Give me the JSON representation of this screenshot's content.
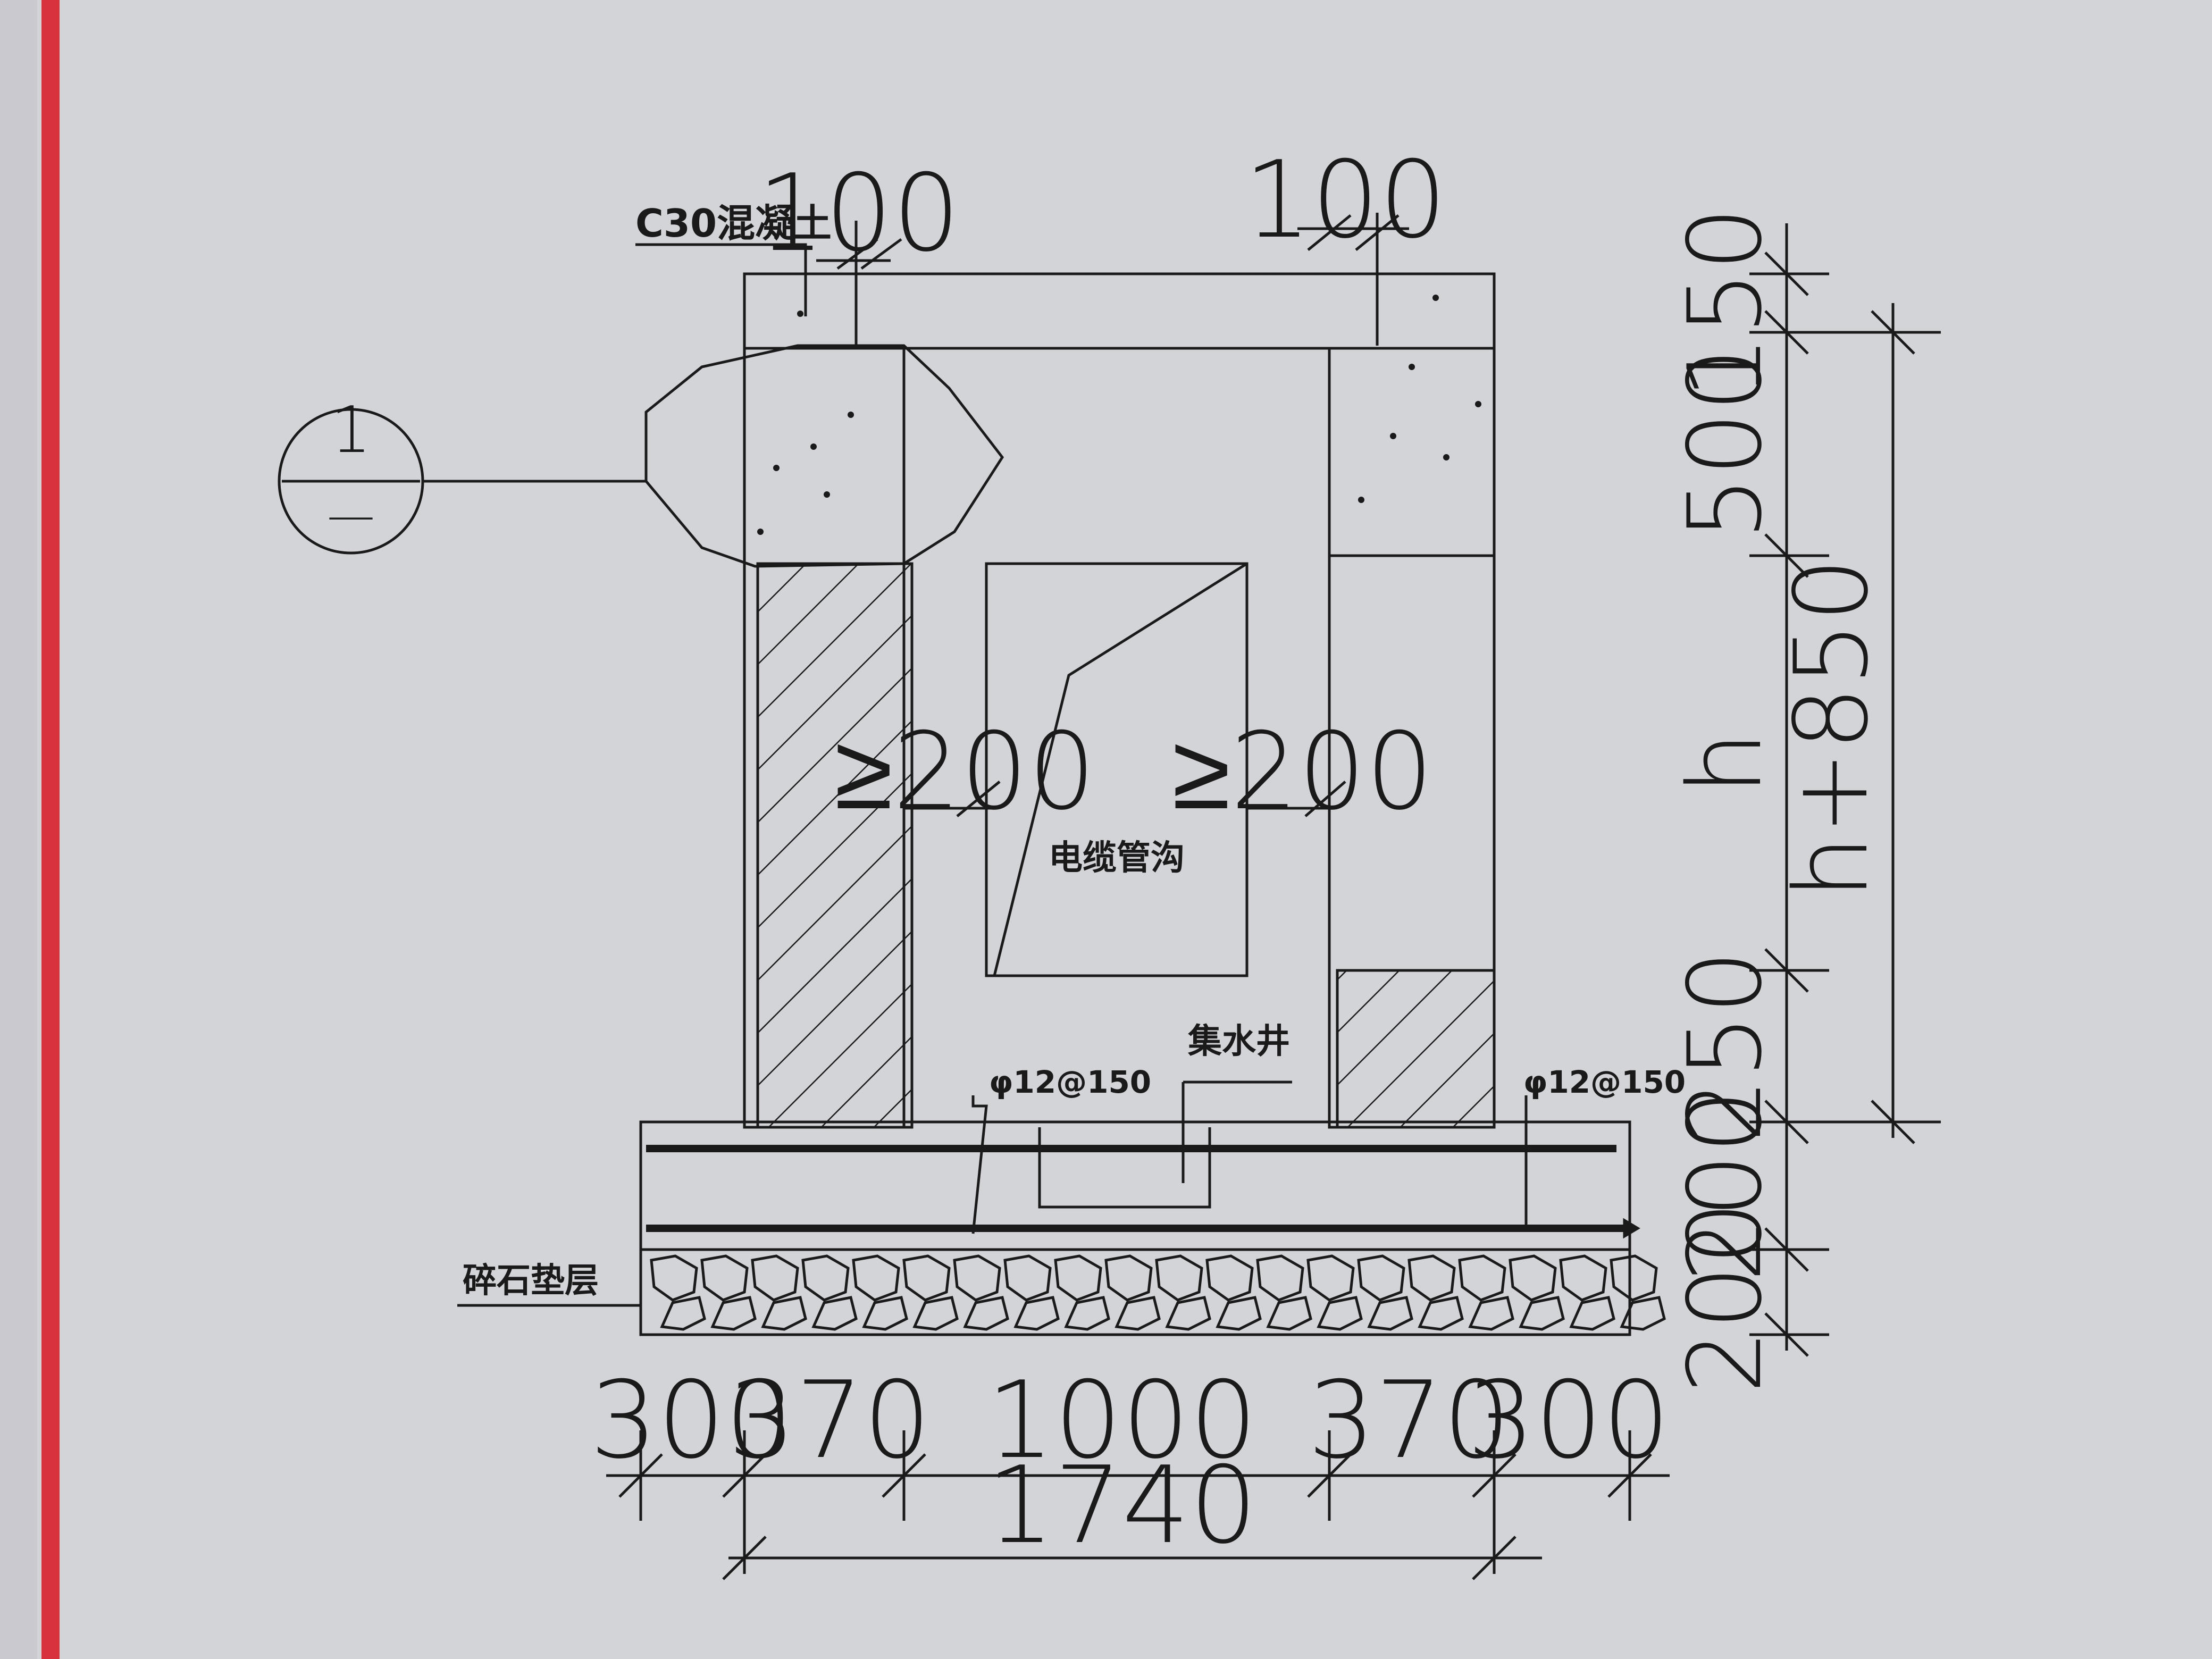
{
  "drawing": {
    "callout_number": "1",
    "callout_ref": "—",
    "labels": {
      "concrete": "C30混凝土",
      "cable_trench": "电缆管沟",
      "sump": "集水井",
      "rebar_left": "φ12@150",
      "rebar_right": "φ12@150",
      "gravel_bed": "碎石垫层"
    },
    "top_dims": {
      "left": "100",
      "right": "100"
    },
    "inner_dims": {
      "left": "≥200",
      "right": "≥200"
    },
    "bottom_dims": [
      "300",
      "370",
      "1000",
      "370",
      "300"
    ],
    "bottom_total": "1740",
    "right_dims_outer": [
      "150",
      "500",
      "h",
      "250",
      "200",
      "200"
    ],
    "right_dim_total": "h+850"
  },
  "colors": {
    "background": "#d3d4d8",
    "left_bar": "#d8323c",
    "line": "#1a1a1a"
  }
}
